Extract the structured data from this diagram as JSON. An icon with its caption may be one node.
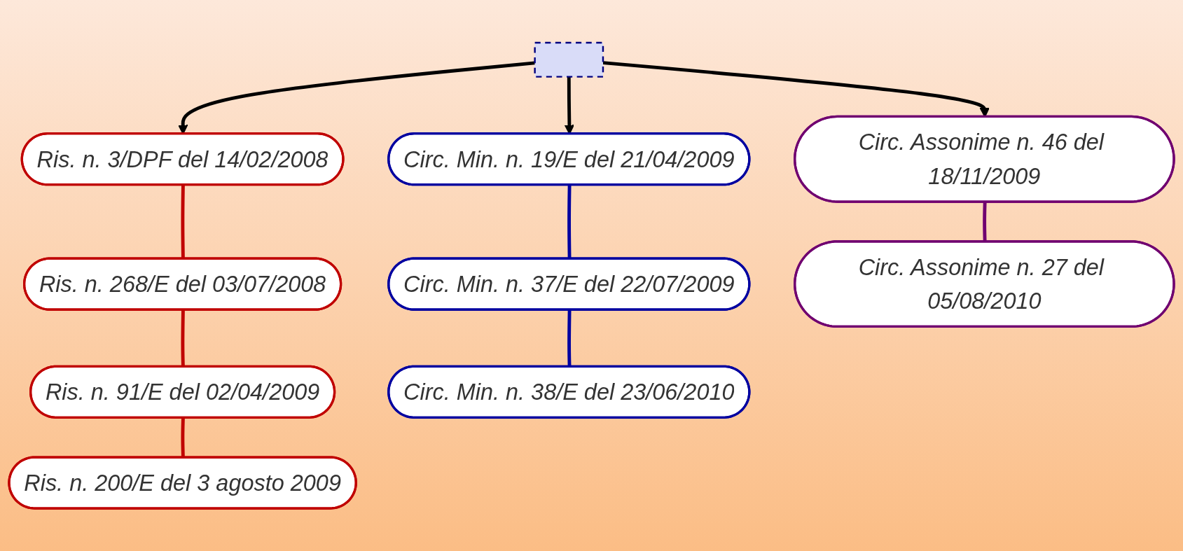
{
  "diagram": {
    "nodes": [
      {
        "text": [],
        "shape": "box"
      },
      {
        "text": [
          "Ris. n. 3/DPF del 14/02/2008"
        ]
      },
      {
        "text": [
          "Ris. n. 268/E del 03/07/2008"
        ]
      },
      {
        "text": [
          "Ris. n. 91/E del 02/04/2009"
        ]
      },
      {
        "text": [
          "Ris. n. 200/E del 3 agosto 2009"
        ]
      },
      {
        "text": [
          "Circ. Min. n. 19/E del 21/04/2009"
        ]
      },
      {
        "text": [
          "Circ. Min. n. 37/E del 22/07/2009"
        ]
      },
      {
        "text": [
          "Circ. Min. n. 38/E del 23/06/2010"
        ]
      },
      {
        "text": [
          "Circ. Assonime n. 46 del 18/11/2009"
        ]
      },
      {
        "text": [
          "Circ. Assonime n. 27 del 05/08/2010"
        ]
      }
    ],
    "edges": [
      {
        "from": 0,
        "to": 1,
        "arrow": "to"
      },
      {
        "from": 0,
        "to": 5,
        "arrow": "to"
      },
      {
        "from": 0,
        "to": 8,
        "arrow": "to"
      },
      {
        "from": 1,
        "to": 2,
        "arrow": "none",
        "color": "#c00000"
      },
      {
        "from": 2,
        "to": 3,
        "arrow": "none",
        "color": "#c00000"
      },
      {
        "from": 3,
        "to": 4,
        "arrow": "none",
        "color": "#c00000"
      },
      {
        "from": 5,
        "to": 6,
        "arrow": "none",
        "color": "#0000a0"
      },
      {
        "from": 6,
        "to": 7,
        "arrow": "none",
        "color": "#0000a0"
      },
      {
        "from": 8,
        "to": 9,
        "arrow": "none",
        "color": "#700070"
      }
    ]
  }
}
